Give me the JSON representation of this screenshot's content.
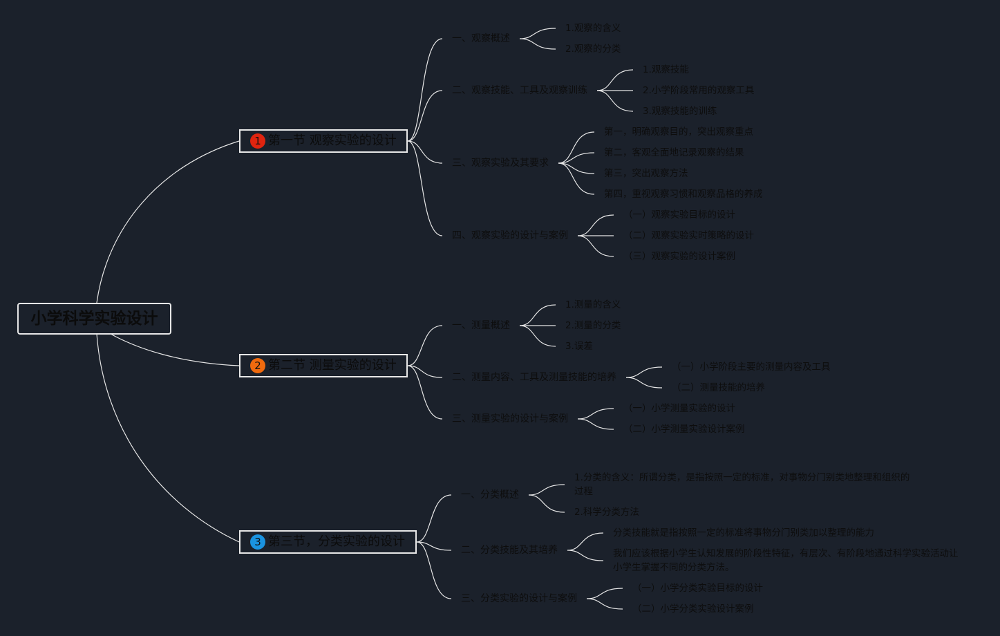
{
  "root": {
    "label": "小学科学实验设计"
  },
  "colors": {
    "background": "#1b212b",
    "connector": "#e6e6e6",
    "badge1": "#e0240f",
    "badge2": "#f06a0e",
    "badge3": "#1a93e0"
  },
  "sections": [
    {
      "badge": "1",
      "title": "第一节 观察实验的设计",
      "children": [
        {
          "label": "一、观察概述",
          "children": [
            "1.观察的含义",
            "2.观察的分类"
          ]
        },
        {
          "label": "二、观察技能、工具及观察训练",
          "children": [
            "1.观察技能",
            "2.小学阶段常用的观察工具",
            "3.观察技能的训练"
          ]
        },
        {
          "label": "三、观察实验及其要求",
          "children": [
            "第一，明确观察目的，突出观察重点",
            "第二，客观全面地记录观察的结果",
            "第三，突出观察方法",
            "第四，重视观察习惯和观察品格的养成"
          ]
        },
        {
          "label": "四、观察实验的设计与案例",
          "children": [
            "（一）观察实验目标的设计",
            "（二）观察实验实时策略的设计",
            "（三）观察实验的设计案例"
          ]
        }
      ]
    },
    {
      "badge": "2",
      "title": "第二节 测量实验的设计",
      "children": [
        {
          "label": "一、测量概述",
          "children": [
            "1.测量的含义",
            "2.测量的分类",
            "3.误差"
          ]
        },
        {
          "label": "二、测量内容、工具及测量技能的培养",
          "children": [
            "（一）小学阶段主要的测量内容及工具",
            "（二）测量技能的培养"
          ]
        },
        {
          "label": "三、测量实验的设计与案例",
          "children": [
            "（一）小学测量实验的设计",
            "（二）小学测量实验设计案例"
          ]
        }
      ]
    },
    {
      "badge": "3",
      "title": "第三节，分类实验的设计",
      "children": [
        {
          "label": "一、分类概述",
          "children": [
            "1.分类的含义：所谓分类，是指按照一定的标准，对事物分门别类地整理和组织的过程",
            "2.科学分类方法"
          ]
        },
        {
          "label": "二、分类技能及其培养",
          "children": [
            "分类技能就是指按照一定的标准将事物分门别类加以整理的能力",
            "我们应该根据小学生认知发展的阶段性特征，有层次、有阶段地通过科学实验活动让小学生掌握不同的分类方法。"
          ]
        },
        {
          "label": "三、分类实验的设计与案例",
          "children": [
            "（一）小学分类实验目标的设计",
            "（二）小学分类实验设计案例"
          ]
        }
      ]
    }
  ]
}
